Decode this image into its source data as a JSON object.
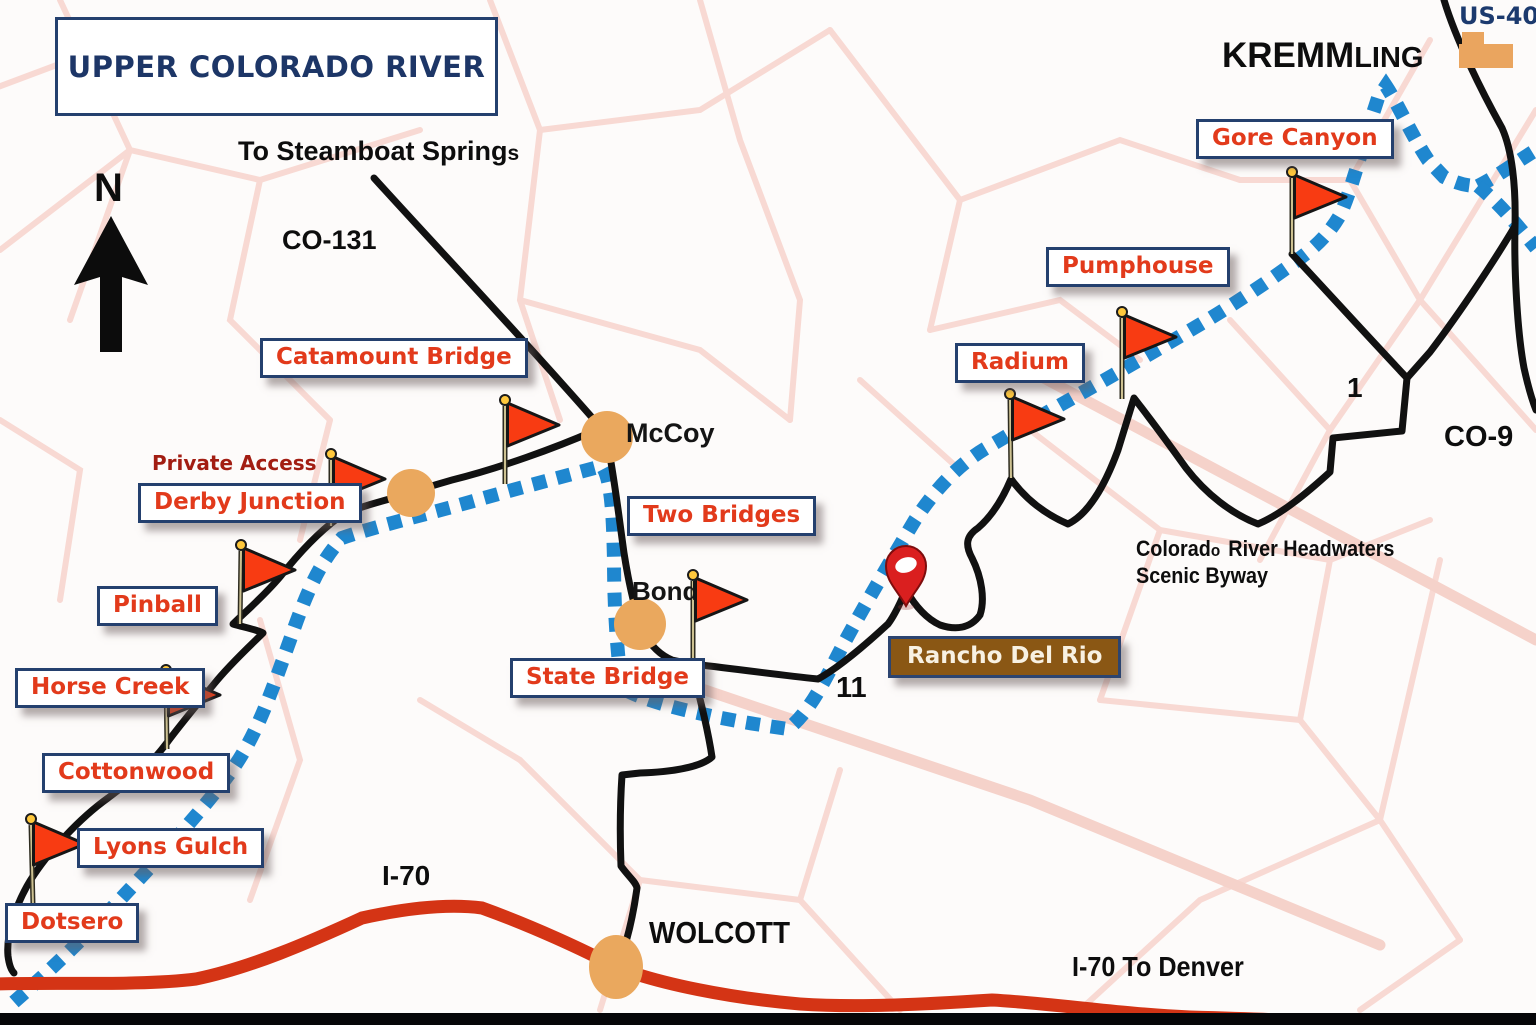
{
  "title": "UPPER COLORADO RIVER",
  "compass_n": "N",
  "nav": {
    "steamboat_main": "To Steamboat Spring",
    "steamboat_s": "s",
    "co131": "CO-131",
    "us40": "US-40",
    "co9": "CO-9",
    "route1": "1",
    "route11": "11",
    "i70": "I-70",
    "i70_denver": "I-70 To Denver"
  },
  "towns": {
    "kremmling_major": "KREMM",
    "kremmling_minor": "LING",
    "mccoy": "McCoy",
    "bond": "Bond",
    "wolcott": "WOLCOTT"
  },
  "byway": {
    "line1_a": "Colorad",
    "line1_o": "o",
    "line1_b": "River Headwaters",
    "line2": "Scenic Byway"
  },
  "notes": {
    "private_access": "Private Access"
  },
  "lodge": {
    "label": "Rancho Del Rio"
  },
  "access_points": [
    {
      "id": "gore-canyon",
      "label": "Gore Canyon"
    },
    {
      "id": "pumphouse",
      "label": "Pumphouse"
    },
    {
      "id": "radium",
      "label": "Radium"
    },
    {
      "id": "catamount-bridge",
      "label": "Catamount Bridge"
    },
    {
      "id": "derby-junction",
      "label": "Derby Junction"
    },
    {
      "id": "pinball",
      "label": "Pinball"
    },
    {
      "id": "horse-creek",
      "label": "Horse Creek"
    },
    {
      "id": "cottonwood",
      "label": "Cottonwood"
    },
    {
      "id": "lyons-gulch",
      "label": "Lyons Gulch"
    },
    {
      "id": "dotsero",
      "label": "Dotsero"
    },
    {
      "id": "two-bridges",
      "label": "Two Bridges"
    },
    {
      "id": "state-bridge",
      "label": "State Bridge"
    }
  ],
  "colors": {
    "river_blue": "#1f87cf",
    "road_black": "#111111",
    "interstate_red": "#d43415",
    "access_label_red": "#e23a1b",
    "navy": "#24406e",
    "town_dot_orange": "#eaa85e",
    "lodge_brown": "#8a5714",
    "flag_red": "#f83b12",
    "building_orange": "#eaa55f",
    "private_access_red": "#a21d12",
    "street_pink": "#f8d9d3"
  }
}
